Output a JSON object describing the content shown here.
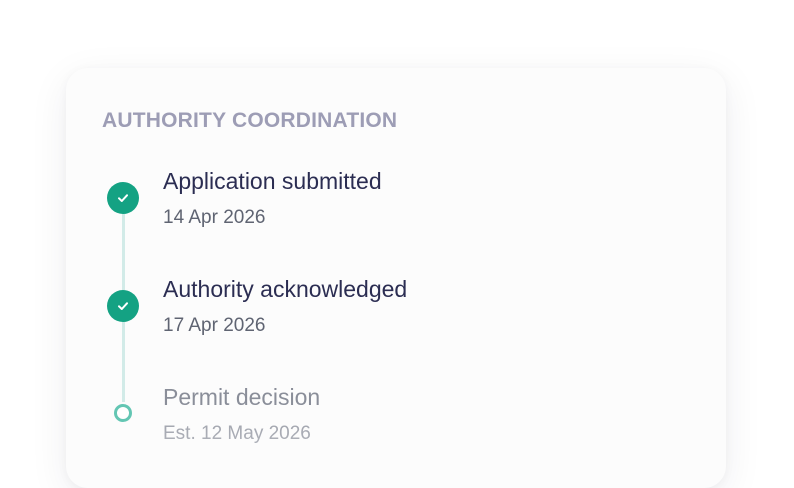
{
  "section": {
    "title": "AUTHORITY COORDINATION"
  },
  "timeline": {
    "steps": [
      {
        "title": "Application submitted",
        "date": "14 Apr 2026",
        "status": "complete",
        "icon": "check-icon"
      },
      {
        "title": "Authority acknowledged",
        "date": "17 Apr 2026",
        "status": "complete",
        "icon": "check-icon"
      },
      {
        "title": "Permit decision",
        "date": "Est. 12 May 2026",
        "status": "pending",
        "icon": "pending-circle-icon"
      }
    ]
  },
  "colors": {
    "complete": "#14a283",
    "pending_ring": "#63c6b3",
    "rail": "#d2ebe8",
    "title_text": "#2b2d52",
    "section_title": "#9d9db5"
  }
}
